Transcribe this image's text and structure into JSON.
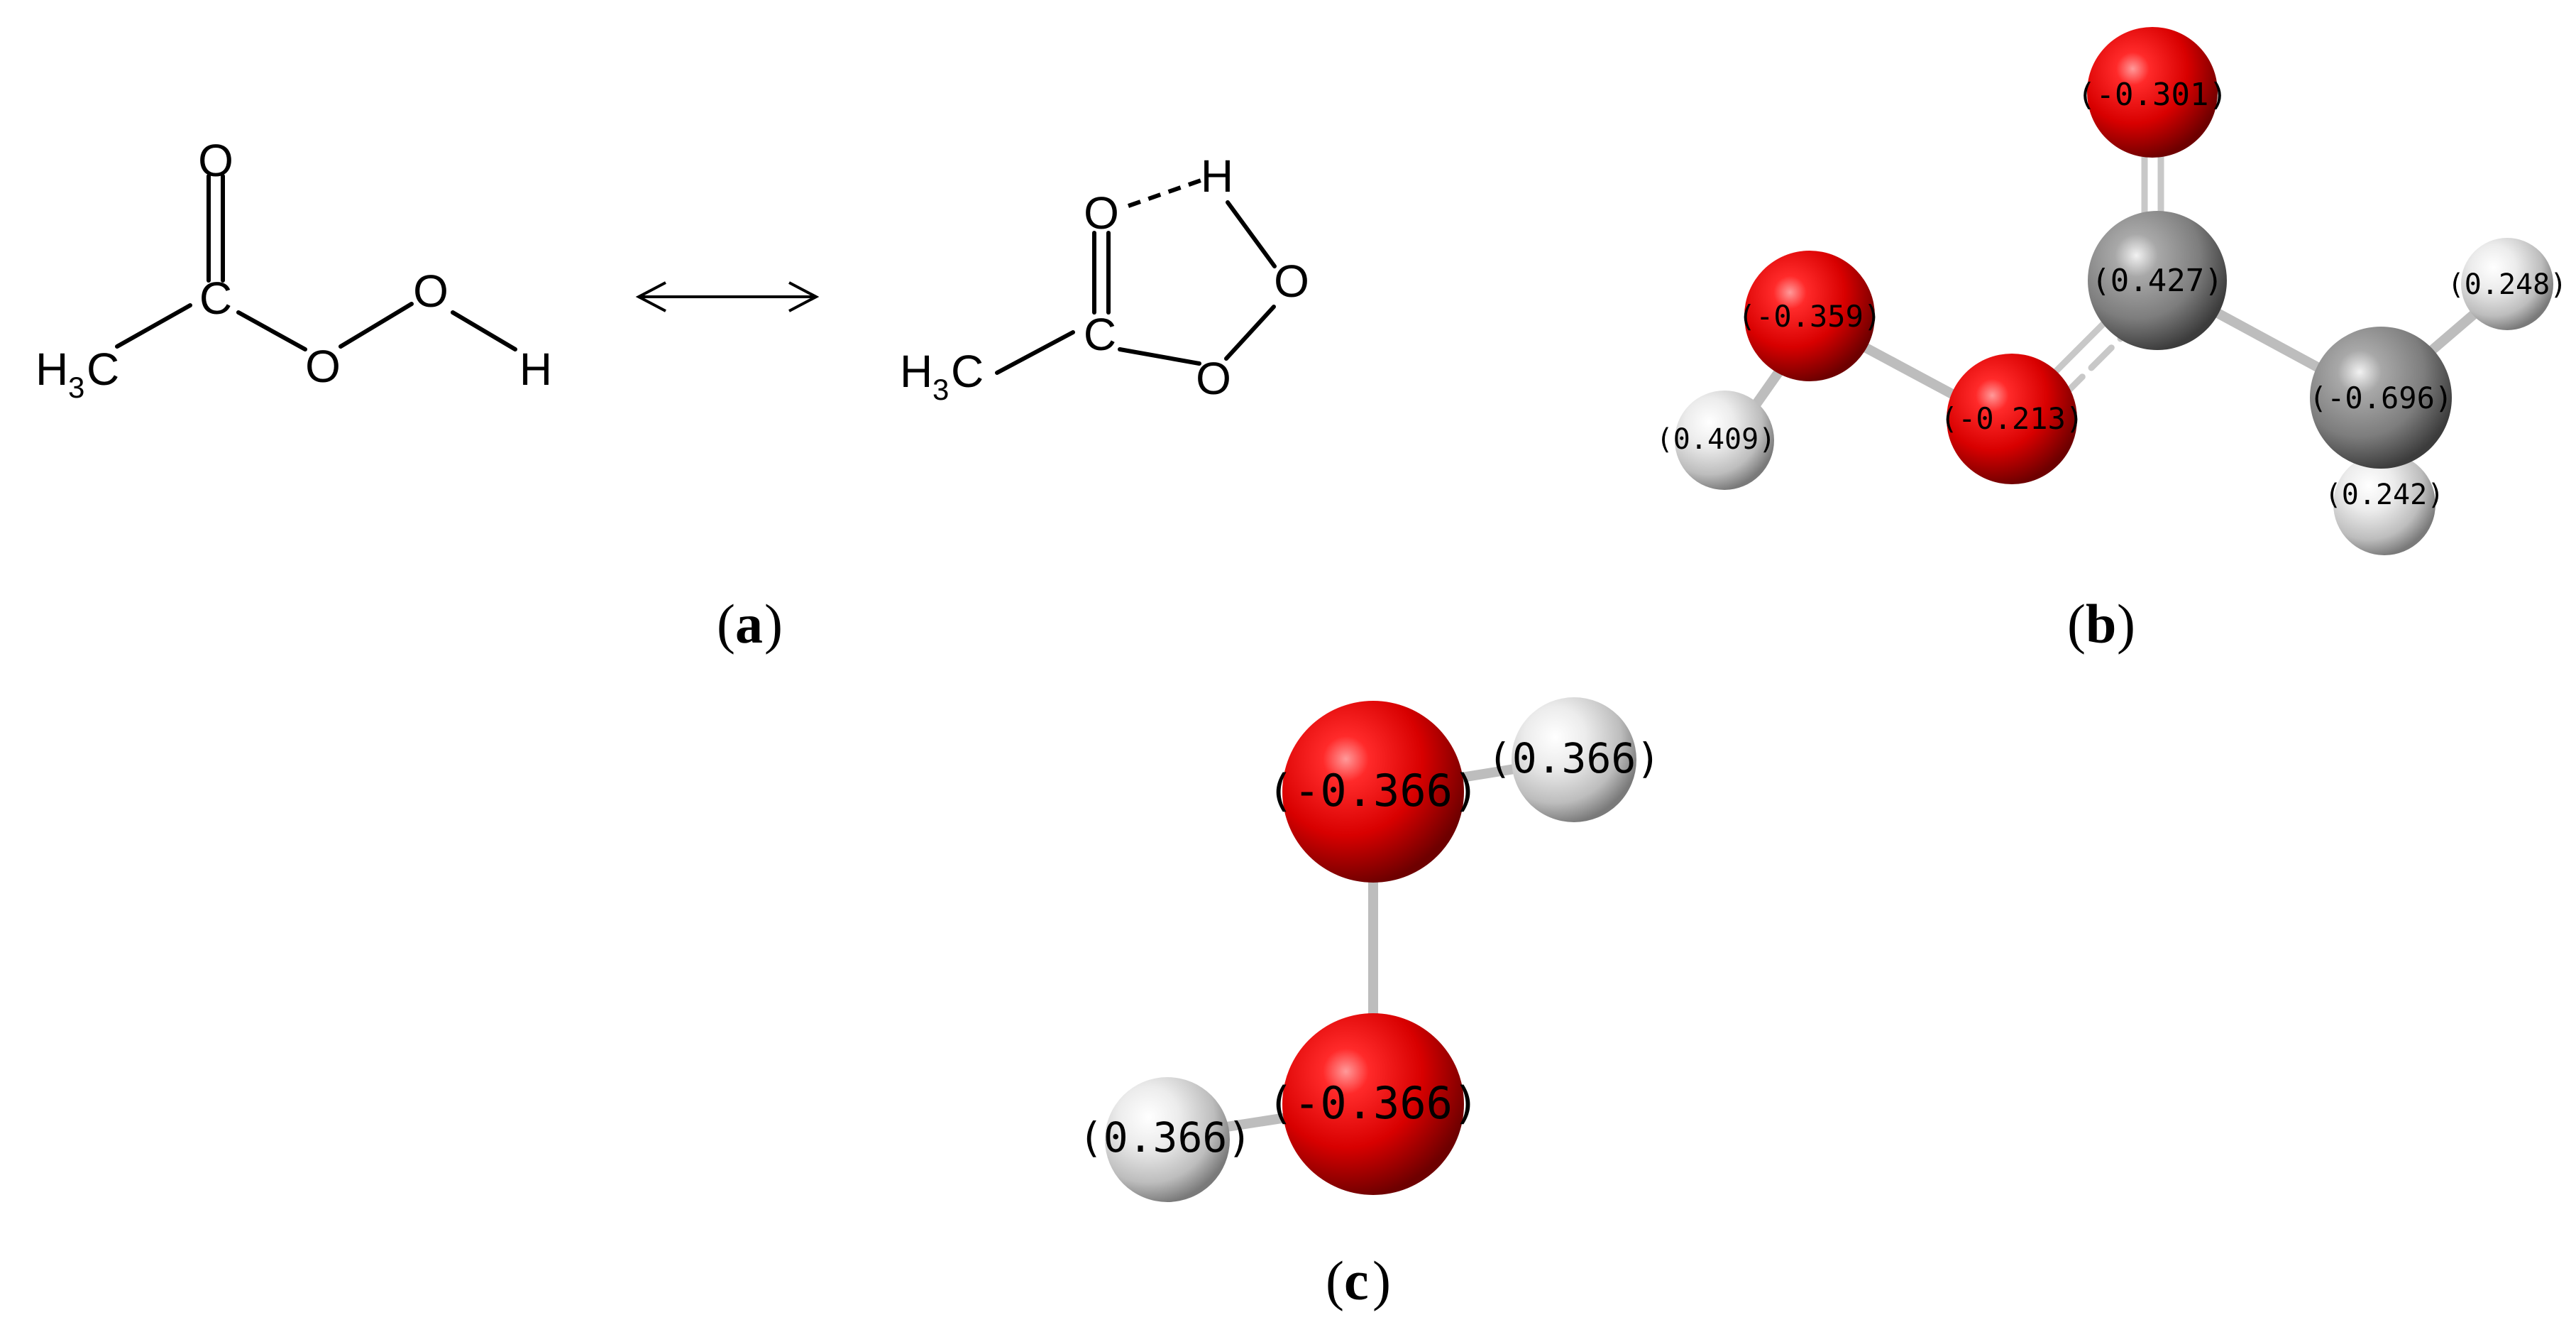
{
  "captions": {
    "a": "a",
    "b": "b",
    "c": "c"
  },
  "panel_a": {
    "left_structure": {
      "carbonyl_o": "O",
      "carbon": "C",
      "methyl_h": "H",
      "methyl_sub": "3",
      "methyl_c": "C",
      "ester_o": "O",
      "hydroxyl_o": "O",
      "hydroxyl_h": "H"
    },
    "right_structure": {
      "carbonyl_o": "O",
      "bridge_h": "H",
      "carbon": "C",
      "methyl_h": "H",
      "methyl_sub": "3",
      "methyl_c": "C",
      "ring_o_upper": "O",
      "ring_o_lower": "O"
    }
  },
  "panel_b": {
    "charges": {
      "o_top": "-0.301",
      "c_carbonyl": "0.427",
      "h_right_top": "0.248",
      "o_hydroxyl": "-0.359",
      "o_ester": "-0.213",
      "c_methyl": "-0.696",
      "h_hydroxyl": "0.409",
      "h_methyl_bottom": "0.242"
    }
  },
  "panel_c": {
    "charges": {
      "o_top": "-0.366",
      "h_top": "0.366",
      "o_bottom": "-0.366",
      "h_bottom": "0.366"
    }
  },
  "colors": {
    "oxygen": "#e00000",
    "carbon": "#8c8c8c",
    "hydrogen": "#e6e6e6",
    "bond": "#bdbdbd"
  }
}
